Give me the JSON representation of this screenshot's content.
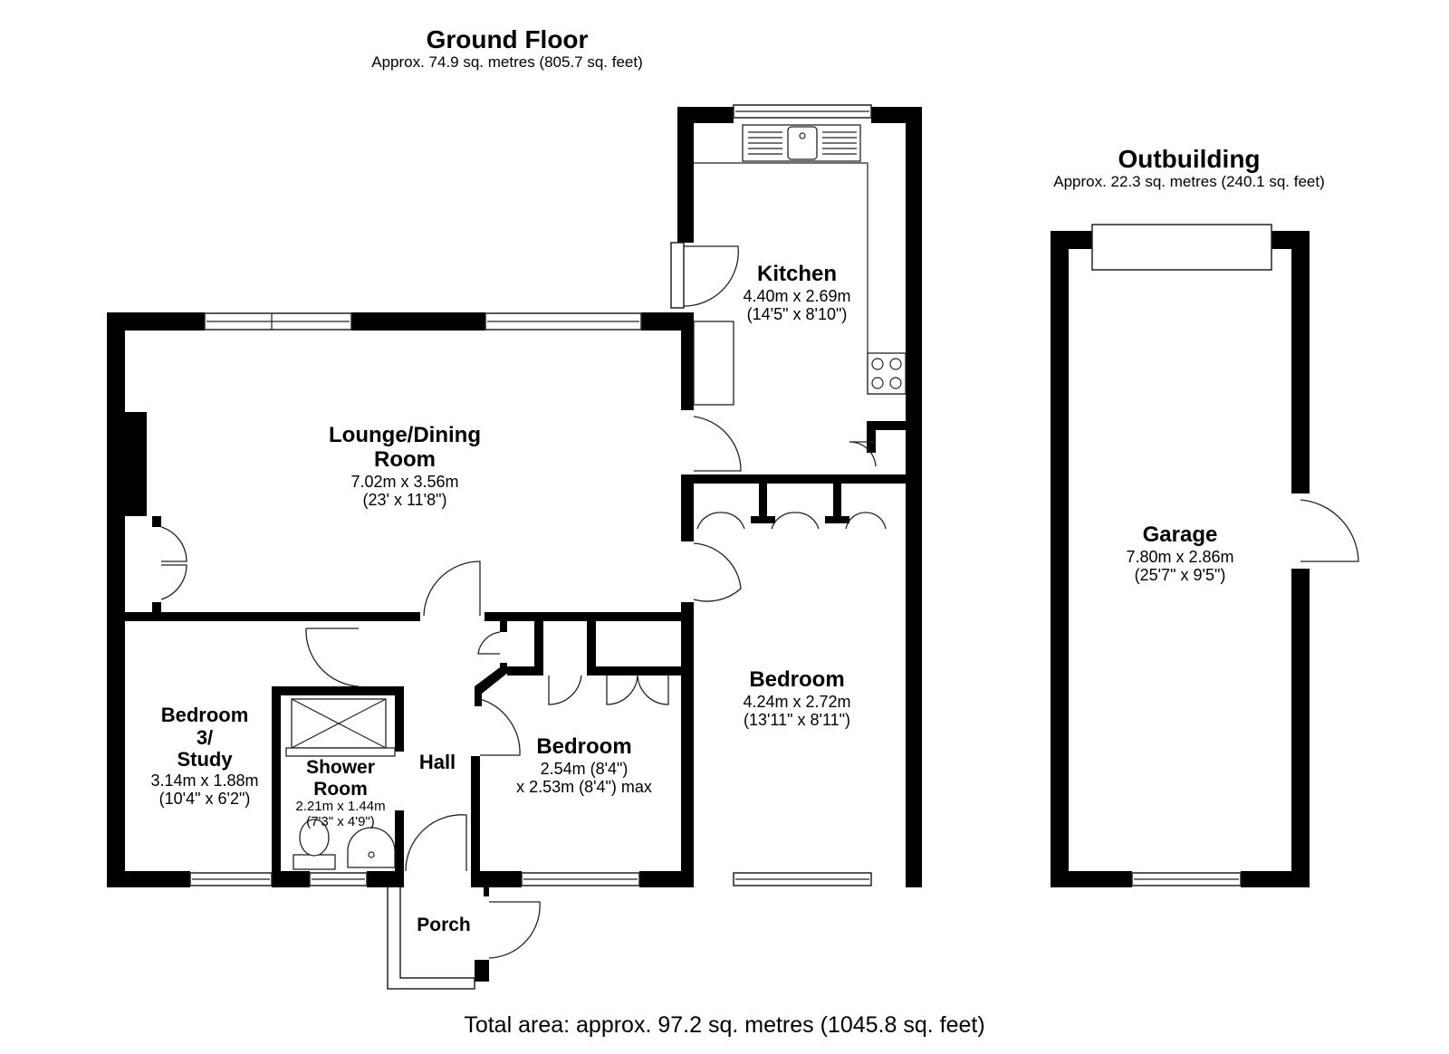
{
  "plan": {
    "ground_floor": {
      "title": "Ground Floor",
      "area": "Approx. 74.9 sq. metres (805.7 sq. feet)"
    },
    "outbuilding": {
      "title": "Outbuilding",
      "area": "Approx. 22.3 sq. metres (240.1 sq. feet)"
    },
    "total": "Total area: approx. 97.2 sq. metres (1045.8 sq. feet)"
  },
  "rooms": {
    "kitchen": {
      "name": "Kitchen",
      "dim1": "4.40m x 2.69m",
      "dim2": "(14'5\" x 8'10\")"
    },
    "lounge": {
      "name1": "Lounge/Dining",
      "name2": "Room",
      "dim1": "7.02m x 3.56m",
      "dim2": "(23' x 11'8\")"
    },
    "bedroom_right": {
      "name": "Bedroom",
      "dim1": "4.24m x 2.72m",
      "dim2": "(13'11\" x 8'11\")"
    },
    "bedroom_mid": {
      "name": "Bedroom",
      "dim1": "2.54m (8'4\")",
      "dim2": "x 2.53m (8'4\") max"
    },
    "bedroom3": {
      "name1": "Bedroom",
      "name2": "3/",
      "name3": "Study",
      "dim1": "3.14m x 1.88m",
      "dim2": "(10'4\" x 6'2\")"
    },
    "shower": {
      "name1": "Shower",
      "name2": "Room",
      "dim1": "2.21m x 1.44m",
      "dim2": "(7'3\" x 4'9\")"
    },
    "hall": {
      "name": "Hall"
    },
    "porch": {
      "name": "Porch"
    },
    "garage": {
      "name": "Garage",
      "dim1": "7.80m x 2.86m",
      "dim2": "(25'7\" x 9'5\")"
    }
  }
}
